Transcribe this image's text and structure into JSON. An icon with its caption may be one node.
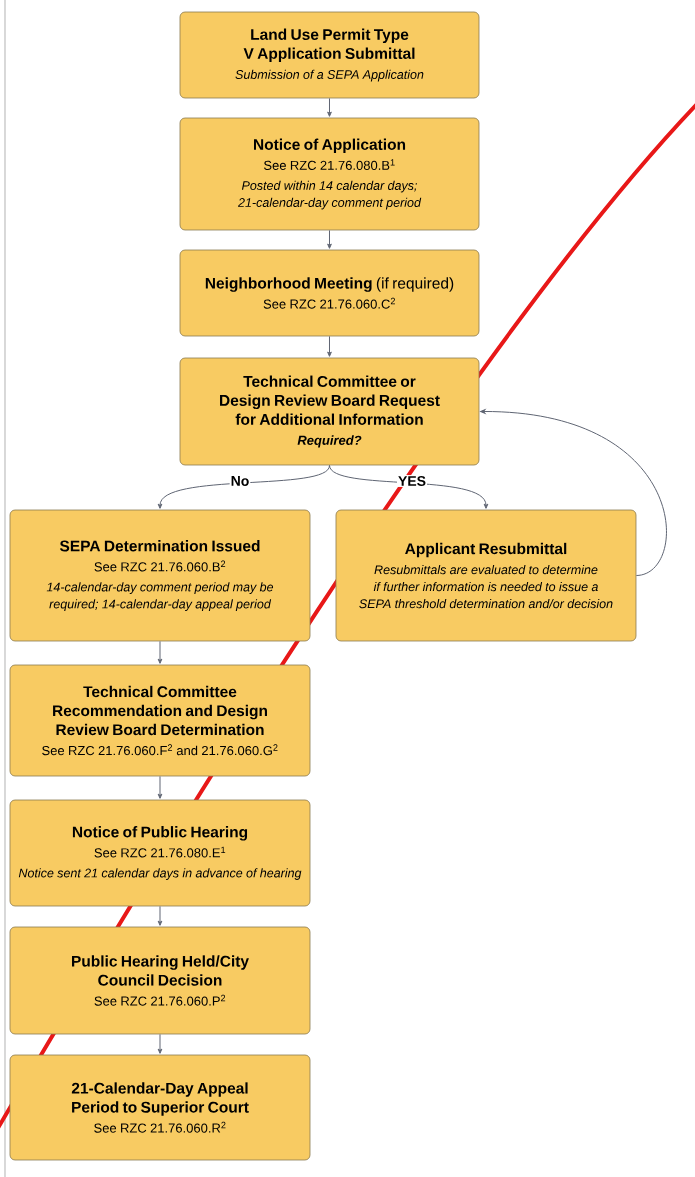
{
  "diagram": {
    "nodes": [
      {
        "text": [
          "Land Use Permit Type V Application Submittal",
          "Submission of a SEPA Application"
        ]
      },
      {
        "text": [
          "Notice of Application",
          "See RZC 21.76.080.B$^{1}$",
          "Posted within 14 calendar days; 21-calendar-day comment period"
        ]
      },
      {
        "text": [
          "**Neighborhood Meeting** (if required)",
          "See RZC 21.76.060.C$^{2}$"
        ]
      },
      {
        "text": [
          "Technical Committee or Design Review Board Request for Additional Information",
          "Required?"
        ]
      },
      {
        "text": [
          "SEPA Determination Issued",
          "See RZC 21.76.060.B$^{2}$",
          "14-calendar-day comment period may be required; 14-calendar-day appeal period"
        ]
      },
      {
        "text": [
          "Applicant Resubmittal",
          "Resubmittals are evaluated to determine if further information is needed to issue a SEPA threshold determination and/or decision"
        ]
      },
      {
        "text": [
          "Technical Committee Recommendation and Design Review Board Determination",
          "See RZC 21.76.060.F$^{2}$ and 21.76.060.G$^{2}$"
        ]
      },
      {
        "text": [
          "Notice of Public Hearing",
          "See RZC 21.76.080.E$^{1}$",
          "Notice sent 21 calendar days in advance of hearing"
        ]
      },
      {
        "text": [
          "Public Hearing Held/City Council Decision",
          "See RZC 21.76.060.P$^{2}$"
        ]
      },
      {
        "text": [
          "21-Calendar-Day Appeal Period to Superior Court",
          "See RZC 21.76.060.R$^{2}$"
        ]
      }
    ],
    "edges": [
      {
        "from": 0,
        "to": 1,
        "arrow": "to"
      },
      {
        "from": 1,
        "to": 2,
        "arrow": "to"
      },
      {
        "from": 2,
        "to": 3,
        "arrow": "to"
      },
      {
        "from": 3,
        "to": 4,
        "arrow": "to",
        "label": "No"
      },
      {
        "from": 3,
        "to": 5,
        "arrow": "to",
        "label": "YES"
      },
      {
        "from": 5,
        "to": 3,
        "arrow": "to"
      },
      {
        "from": 4,
        "to": 6,
        "arrow": "to"
      },
      {
        "from": 6,
        "to": 7,
        "arrow": "to"
      },
      {
        "from": 7,
        "to": 8,
        "arrow": "to"
      },
      {
        "from": 8,
        "to": 9,
        "arrow": "to"
      }
    ]
  }
}
